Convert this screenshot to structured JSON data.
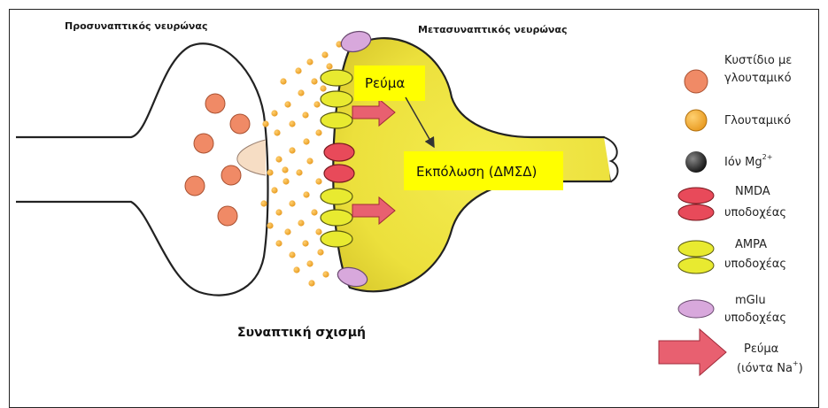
{
  "labels": {
    "presynaptic": "Προσυναπτικός νευρώνας",
    "postsynaptic": "Μετασυναπτικός νευρώνας",
    "synaptic_cleft": "Συναπτική σχισμή",
    "current_box": "Ρεύμα",
    "depolarization_box": "Εκπόλωση (ΔΜΣΔ)"
  },
  "legend": {
    "vesicle_line1": "Κυστίδιο με",
    "vesicle_line2": "γλουταμικό",
    "glutamate": "Γλουταμικό",
    "mg_ion_text": "Ιόν Mg",
    "mg_ion_sup": "2+",
    "nmda_line1": "NMDA",
    "nmda_line2": "υποδοχέας",
    "ampa_line1": "AMPA",
    "ampa_line2": "υποδοχέας",
    "mglu_line1": "mGlu",
    "mglu_line2": "υποδοχέας",
    "current_line1": "Ρεύμα",
    "current_line2_pre": "(ιόντα Na",
    "current_line2_sup": "+",
    "current_line2_post": ")"
  },
  "colors": {
    "vesicle": "#f08a66",
    "glutamate": "#f0a830",
    "mg_ion": "#222222",
    "nmda": "#e84a5a",
    "ampa": "#e8ea30",
    "mglu": "#d8a8dc",
    "arrow": "#e86070",
    "postsynaptic_fill": "#eee040",
    "label_box": "#ffff00"
  }
}
